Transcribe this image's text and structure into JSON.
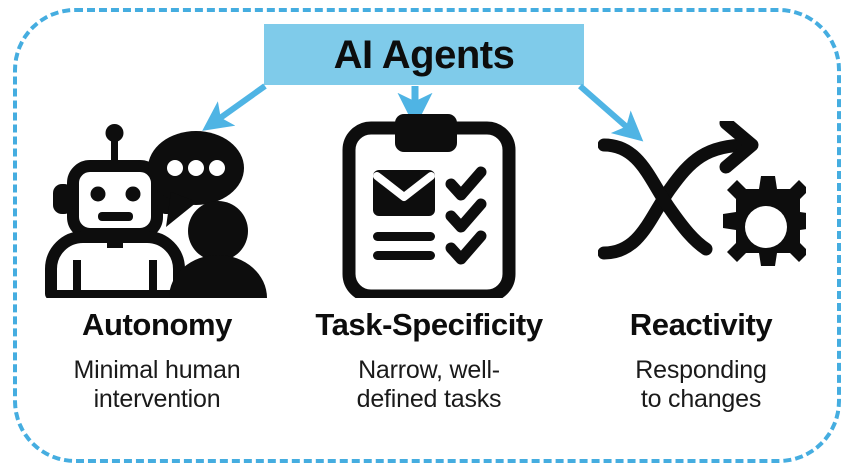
{
  "diagram": {
    "title": "AI Agents",
    "frame": {
      "style": "dashed-rounded-rectangle",
      "border_color": "#45ADE0"
    },
    "banner": {
      "background_color": "#7FCBEA",
      "text_color": "#0d0d0d"
    },
    "arrow_color": "#4FB4E4",
    "columns": [
      {
        "id": "autonomy",
        "icon": "robot-and-person-with-speech-bubble-icon",
        "heading": "Autonomy",
        "description_line1": "Minimal human",
        "description_line2": "intervention"
      },
      {
        "id": "task-specificity",
        "icon": "clipboard-checklist-icon",
        "heading": "Task-Specificity",
        "description_line1": "Narrow, well-",
        "description_line2": "defined tasks"
      },
      {
        "id": "reactivity",
        "icon": "crossing-arrows-with-gear-icon",
        "heading": "Reactivity",
        "description_line1": "Responding",
        "description_line2": "to changes"
      }
    ]
  }
}
